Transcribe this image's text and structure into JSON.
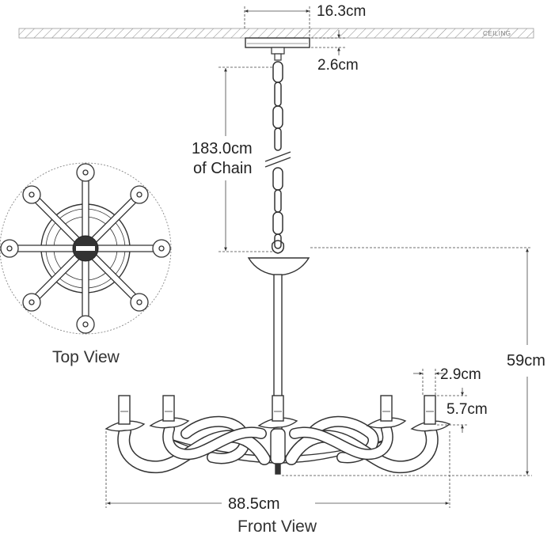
{
  "labels": {
    "canopy_width": "16.3cm",
    "canopy_height": "2.6cm",
    "chain_length_line1": "183.0cm",
    "chain_length_line2": "of Chain",
    "overall_height": "59cm",
    "cup_width": "2.9cm",
    "cup_height": "5.7cm",
    "overall_width": "88.5cm",
    "top_view": "Top View",
    "front_view": "Front View",
    "ceiling": "CEILING"
  },
  "colors": {
    "line": "#333333",
    "dimension_line": "#444444",
    "hatch": "#888888",
    "background": "#ffffff"
  }
}
